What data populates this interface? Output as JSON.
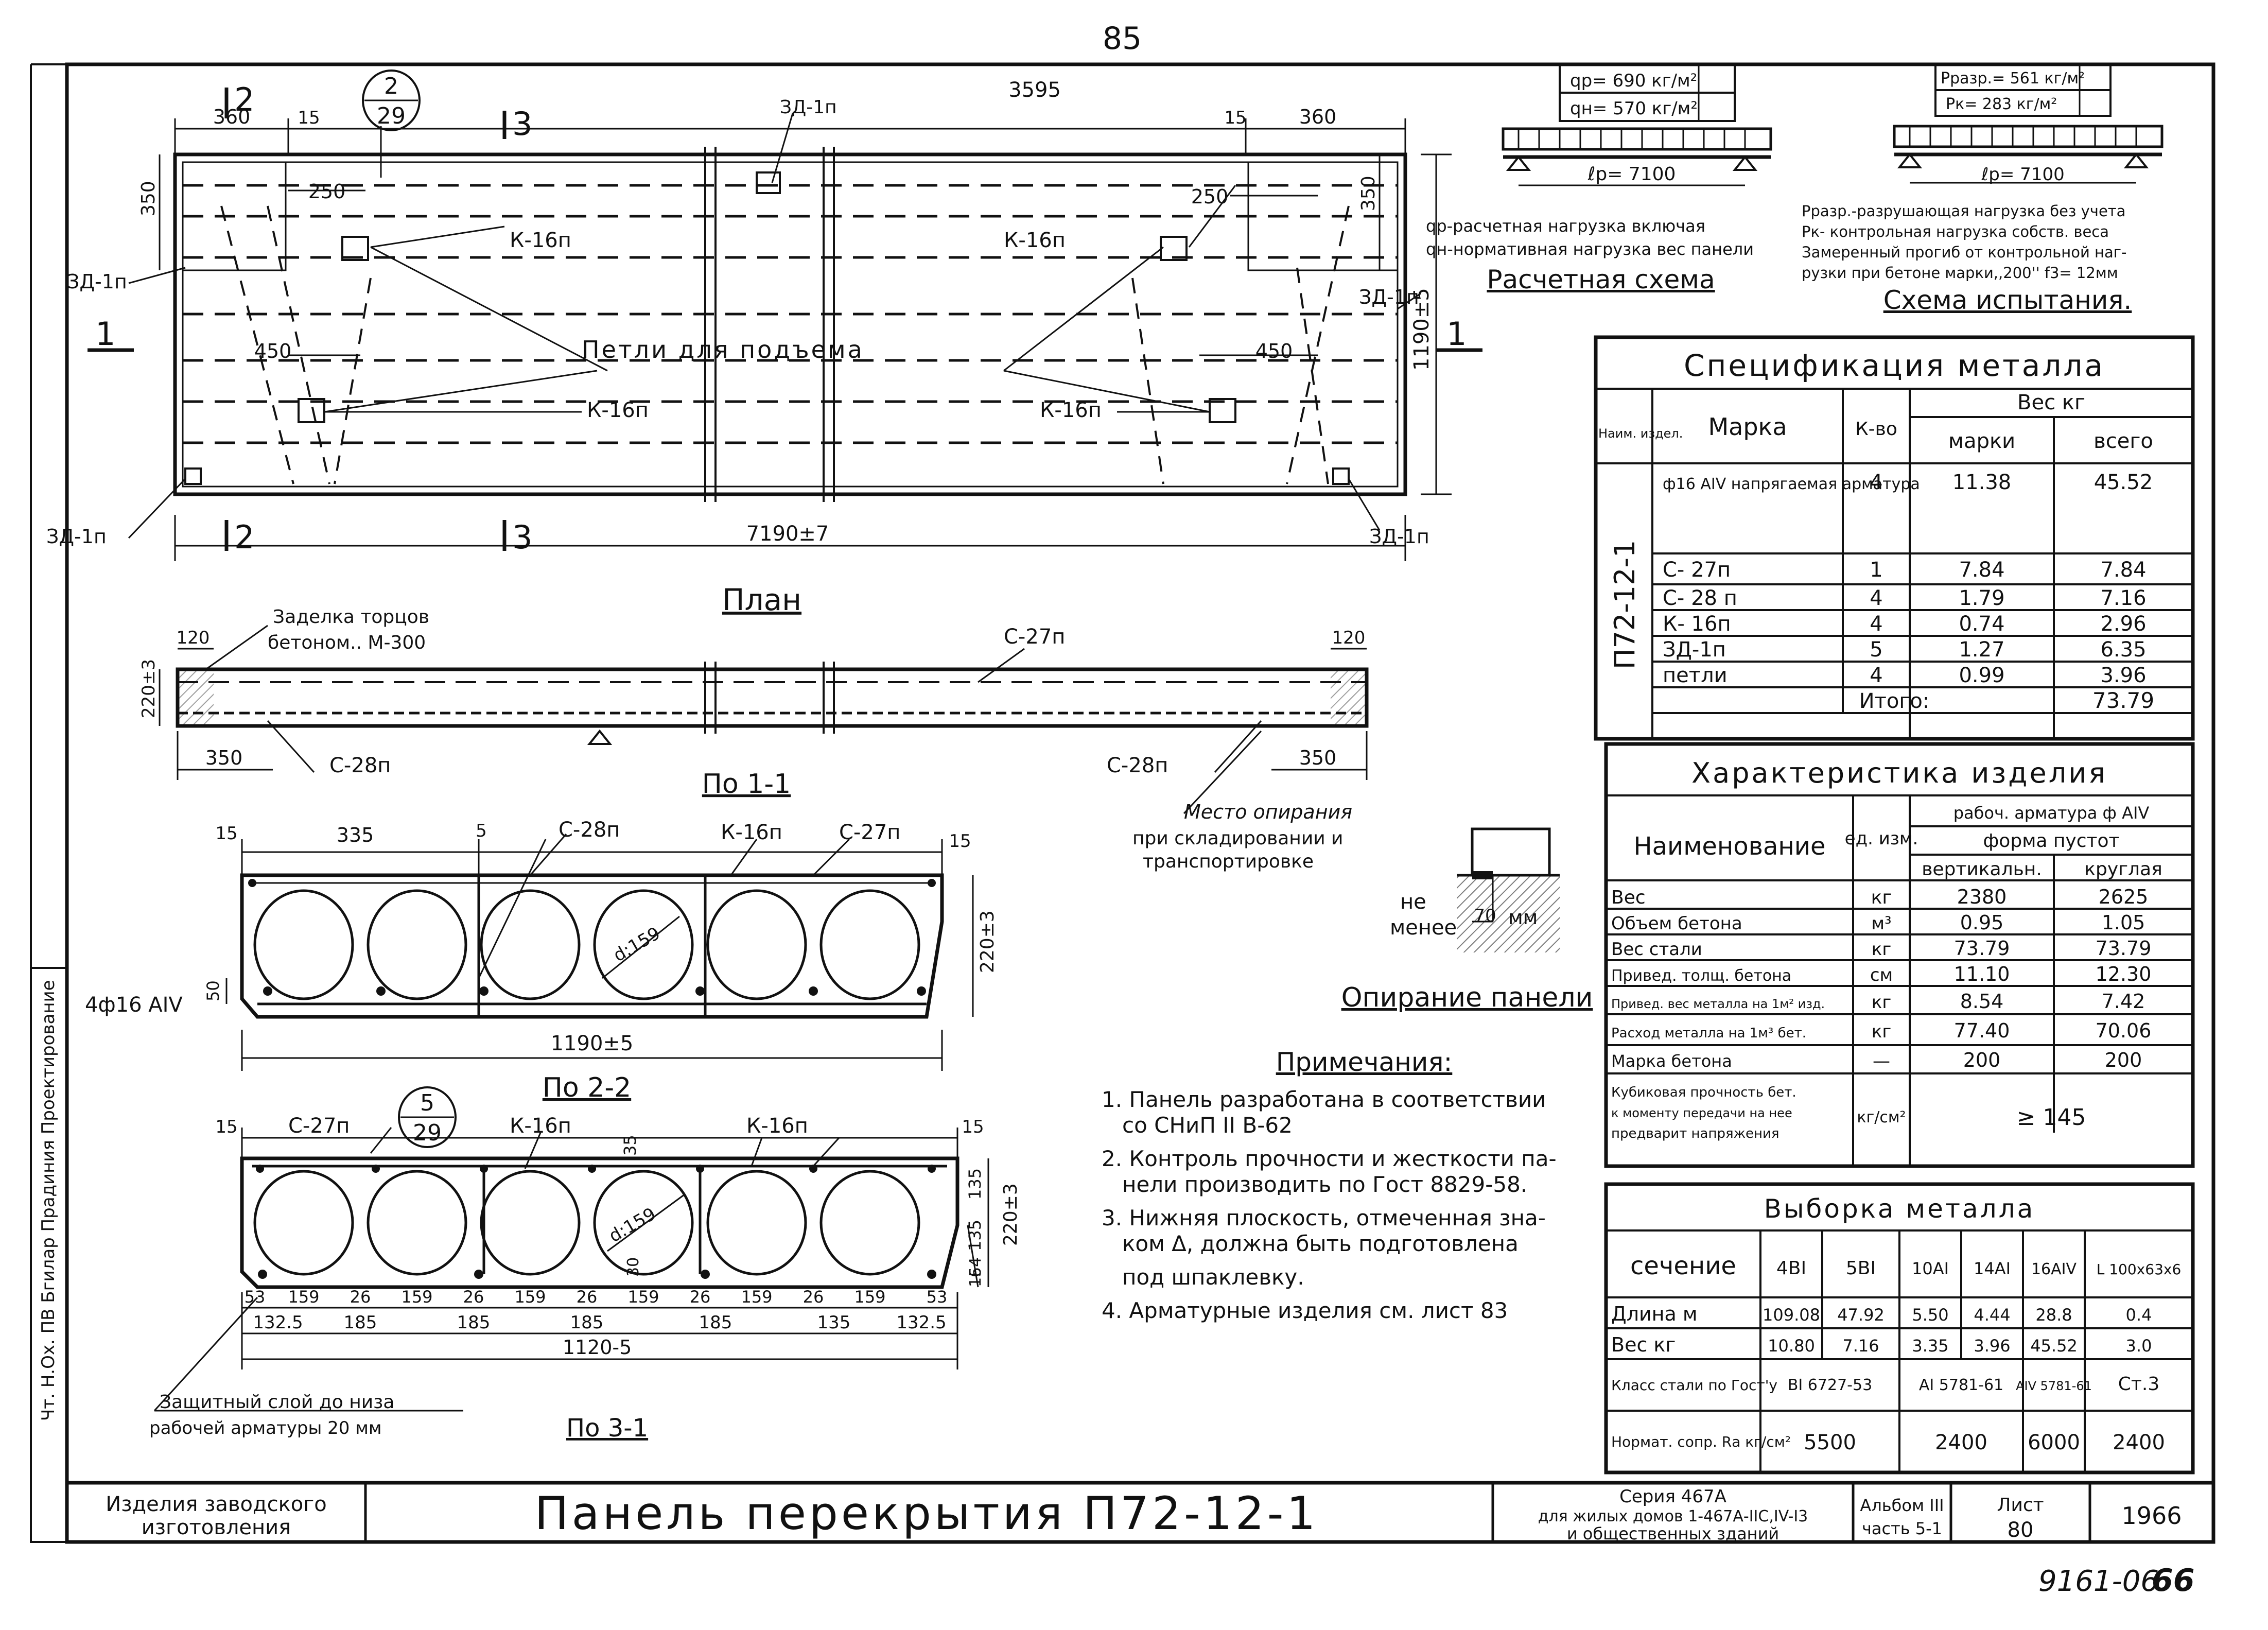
{
  "page_number": "85",
  "plan": {
    "title": "План",
    "dims": {
      "d360": "360",
      "d15": "15",
      "d3595": "3595",
      "d250": "250",
      "d350": "350",
      "d450": "450",
      "d7190": "7190±7",
      "d1190": "1190±5"
    },
    "callouts": {
      "c2a": "2",
      "c2b": "29",
      "c5a": "5",
      "c5b": "29"
    },
    "sections": {
      "s1": "1",
      "s2": "2",
      "s3": "3"
    },
    "labels": {
      "k16": "К-16п",
      "zd1": "ЗД-1п",
      "zd1b": "ЗД-1п",
      "lifting": "Петли   для   подъема"
    }
  },
  "section11": {
    "title": "По 1-1",
    "end_seal": "Заделка торцов",
    "end_seal2": "бетоном.. М-300",
    "d120": "120",
    "d220": "220±3",
    "d350": "350",
    "c27": "С-27п",
    "c28": "С-28п",
    "support": "Место опирания",
    "support2": "при складировании и",
    "support3": "транспортировке"
  },
  "section22": {
    "title": "По 2-2",
    "d15": "15",
    "d335": "335",
    "d5": "5",
    "d50": "50",
    "d220": "220±3",
    "d1190": "1190±5",
    "c28": "С-28п",
    "k16": "К-16п",
    "c27": "С-27п",
    "rebar": "4ф16 АIV",
    "dia": "d:159"
  },
  "section31": {
    "title": "По 3-1",
    "d15": "15",
    "c27": "С-27п",
    "k16": "К-16п",
    "d35": "35",
    "dia": "d:159",
    "d135a": "135",
    "d135b": "135",
    "d220": "220±3",
    "d54": "54",
    "d16": "16",
    "d30": "30",
    "bottom_dims": [
      "53",
      "159",
      "26",
      "159",
      "26",
      "159",
      "26",
      "159",
      "26",
      "159",
      "26",
      "159",
      "53"
    ],
    "bottom_dims2": [
      "132.5",
      "185",
      "185",
      "185",
      "185",
      "135",
      "132.5"
    ],
    "d1120": "1120-5",
    "cover_note1": "Защитный слой до низа",
    "cover_note2": "рабочей   арматуры 20 мм"
  },
  "loads": {
    "qp": "qр= 690 кг/м²",
    "qn": "qн= 570 кг/м²",
    "lp": "ℓр= 7100",
    "legend1": "qр-расчетная нагрузка   включая",
    "legend2": "qн-нормативная нагрузка  вес панели",
    "title": "Расчетная схема"
  },
  "test": {
    "p1": "Рразр.= 561 кг/м²",
    "p2": "Рк= 283 кг/м²",
    "lp": "ℓр= 7100",
    "legend1": "Рразр.-разрушающая нагрузка без учета",
    "legend2": "Рк-  контрольная нагрузка  собств. веса",
    "legend3": "Замеренный прогиб от контрольной наг-",
    "legend4": "рузки при бетоне марки,,200'' f3= 12мм",
    "title": "Схема испытания."
  },
  "spec": {
    "title": "Спецификация   металла",
    "h_item": "Наим. издел.",
    "h_mark": "Марка",
    "h_qty": "К-во",
    "h_weight": "Вес   кг",
    "h_per": "марки",
    "h_total": "всего",
    "item": "П72-12-1",
    "rows": [
      {
        "mark": "ф16 АIV напрягаемая арматура",
        "qty": "4",
        "per": "11.38",
        "total": "45.52"
      },
      {
        "mark": "С- 27п",
        "qty": "1",
        "per": "7.84",
        "total": "7.84"
      },
      {
        "mark": "С- 28 п",
        "qty": "4",
        "per": "1.79",
        "total": "7.16"
      },
      {
        "mark": "К- 16п",
        "qty": "4",
        "per": "0.74",
        "total": "2.96"
      },
      {
        "mark": "ЗД-1п",
        "qty": "5",
        "per": "1.27",
        "total": "6.35"
      },
      {
        "mark": "петли",
        "qty": "4",
        "per": "0.99",
        "total": "3.96"
      }
    ],
    "sum_label": "Итого:",
    "sum_value": "73.79"
  },
  "char": {
    "title": "Характеристика   изделия",
    "h_name": "Наименование",
    "h_unit": "ед. изм.",
    "h_top": "рабоч. арматура ф АIV",
    "h_sub": "форма пустот",
    "h_v": "вертикальн.",
    "h_k": "круглая",
    "rows": [
      {
        "name": "Вес",
        "unit": "кг",
        "v": "2380",
        "k": "2625"
      },
      {
        "name": "Объем бетона",
        "unit": "м³",
        "v": "0.95",
        "k": "1.05"
      },
      {
        "name": "Вес   стали",
        "unit": "кг",
        "v": "73.79",
        "k": "73.79"
      },
      {
        "name": "Привед. толщ. бетона",
        "unit": "см",
        "v": "11.10",
        "k": "12.30"
      },
      {
        "name": "Привед. вес металла на 1м² изд.",
        "unit": "кг",
        "v": "8.54",
        "k": "7.42"
      },
      {
        "name": "Расход металла на 1м³ бет.",
        "unit": "кг",
        "v": "77.40",
        "k": "70.06"
      },
      {
        "name": "Марка бетона",
        "unit": "—",
        "v": "200",
        "k": "200"
      }
    ],
    "last1": "Кубиковая прочность бет.",
    "last2": "к моменту передачи на нее",
    "last3": "предварит напряжения",
    "last_unit": "кг/см²",
    "last_val": "≥ 145"
  },
  "vyb": {
    "title": "Выборка   металла",
    "cols": [
      "4BI",
      "5BI",
      "10AI",
      "14AI",
      "16AIV",
      "L 100x63x6"
    ],
    "h_sec": "сечение",
    "len_label": "Длина м",
    "len": [
      "109.08",
      "47.92",
      "5.50",
      "4.44",
      "28.8",
      "0.4"
    ],
    "w_label": "Вес  кг",
    "w": [
      "10.80",
      "7.16",
      "3.35",
      "3.96",
      "45.52",
      "3.0"
    ],
    "cls_label": "Класс стали по Гост'у",
    "cls1": "BI 6727-53",
    "cls2": "AI 5781-61",
    "cls3": "AIV 5781-61",
    "cls4": "Ст.3",
    "norm_label": "Нормат. сопр. Rа кг/см²",
    "norm1": "5500",
    "norm2": "2400",
    "norm3": "6000",
    "norm4": "2400"
  },
  "support": {
    "not_less": "не",
    "not_less2": "менее",
    "val": "70",
    "unit": "мм",
    "title": "Опирание панели"
  },
  "notes": {
    "title": "Примечания:",
    "items": [
      "1. Панель разработана в соответствии",
      "со СНиП II В-62",
      "2. Контроль прочности и жесткости па-",
      "нели производить по Гост 8829-58.",
      "3. Нижняя плоскость, отмеченная зна-",
      "ком Δ, должна быть подготовлена",
      "под шпаклевку.",
      "4. Арматурные изделия см. лист 83"
    ]
  },
  "titleblock": {
    "left1": "Изделия заводского",
    "left2": "изготовления",
    "main": "Панель перекрытия П72-12-1",
    "series1": "Серия 467А",
    "series2": "для жилых домов 1-467А-IIC,IV-I3",
    "series3": "и общественных   зданий",
    "album1": "Альбом III",
    "album2": "часть 5-1",
    "sheet_label": "Лист",
    "sheet_num": "80",
    "year": "1966"
  },
  "footer": {
    "stamp": "9161-06",
    "mark": "66"
  },
  "side_text": "Чт. Н.Ох. ПВ  Бгилар  Прадиния  Проектирование"
}
